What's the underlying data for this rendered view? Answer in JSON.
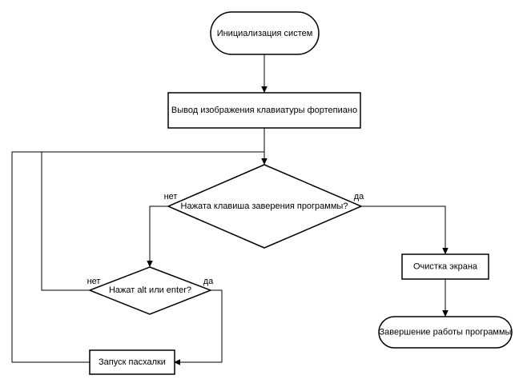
{
  "diagram": {
    "nodes": {
      "init": {
        "label": "Инициализация систем",
        "shape": "terminator"
      },
      "display": {
        "label": "Вывод изображения клавиатуры фортепиано",
        "shape": "process"
      },
      "exit_check": {
        "label": "Нажата клавиша заверения программы?",
        "shape": "decision"
      },
      "clear": {
        "label": "Очистка экрана",
        "shape": "process"
      },
      "finish": {
        "label": "Завершение работы программы",
        "shape": "terminator"
      },
      "alt_check": {
        "label": "Нажат alt или enter?",
        "shape": "decision"
      },
      "easter_egg": {
        "label": "Запуск пасхалки",
        "shape": "process"
      }
    },
    "edge_labels": {
      "exit_no": "нет",
      "exit_yes": "да",
      "alt_no": "нет",
      "alt_yes": "да"
    }
  }
}
